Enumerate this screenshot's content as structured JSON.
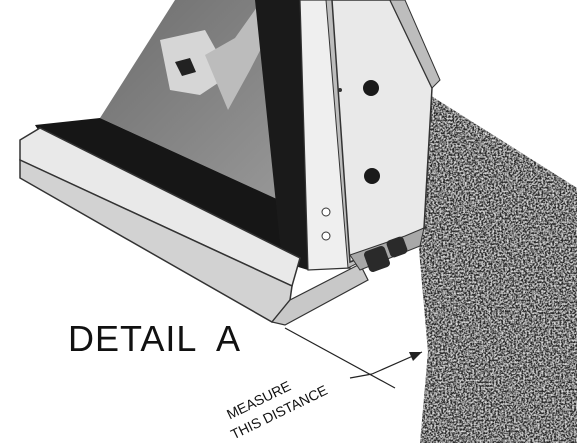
{
  "labels": {
    "detail": "DETAIL  A",
    "measure_line1": "MEASURE",
    "measure_line2": "THIS DISTANCE"
  },
  "colors": {
    "granite": "#2a2a2a",
    "frame_dark": "#161616",
    "metal_light": "#e9e9e9",
    "metal_mid": "#bdbdbd",
    "glass": "#8f8f8f"
  }
}
